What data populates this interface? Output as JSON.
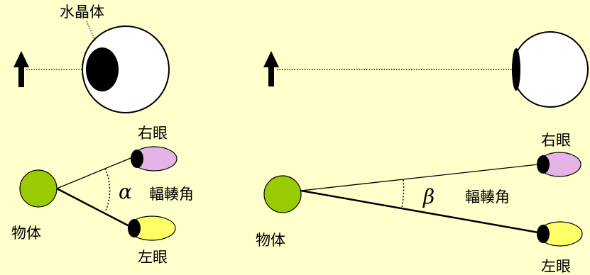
{
  "labels": {
    "lens": "水晶体",
    "right_eye": "右眼",
    "left_eye": "左眼",
    "object": "物体",
    "convergence_angle": "輻輳角",
    "alpha": "α",
    "beta": "β"
  },
  "colors": {
    "background": "#ffffcc",
    "object_fill": "#99cc00",
    "right_eye_fill": "#e6b3e6",
    "left_eye_fill": "#ffff66",
    "pupil": "#000000",
    "eyeball": "#ffffff"
  },
  "icons": {
    "arrow": "up-arrow-icon"
  }
}
